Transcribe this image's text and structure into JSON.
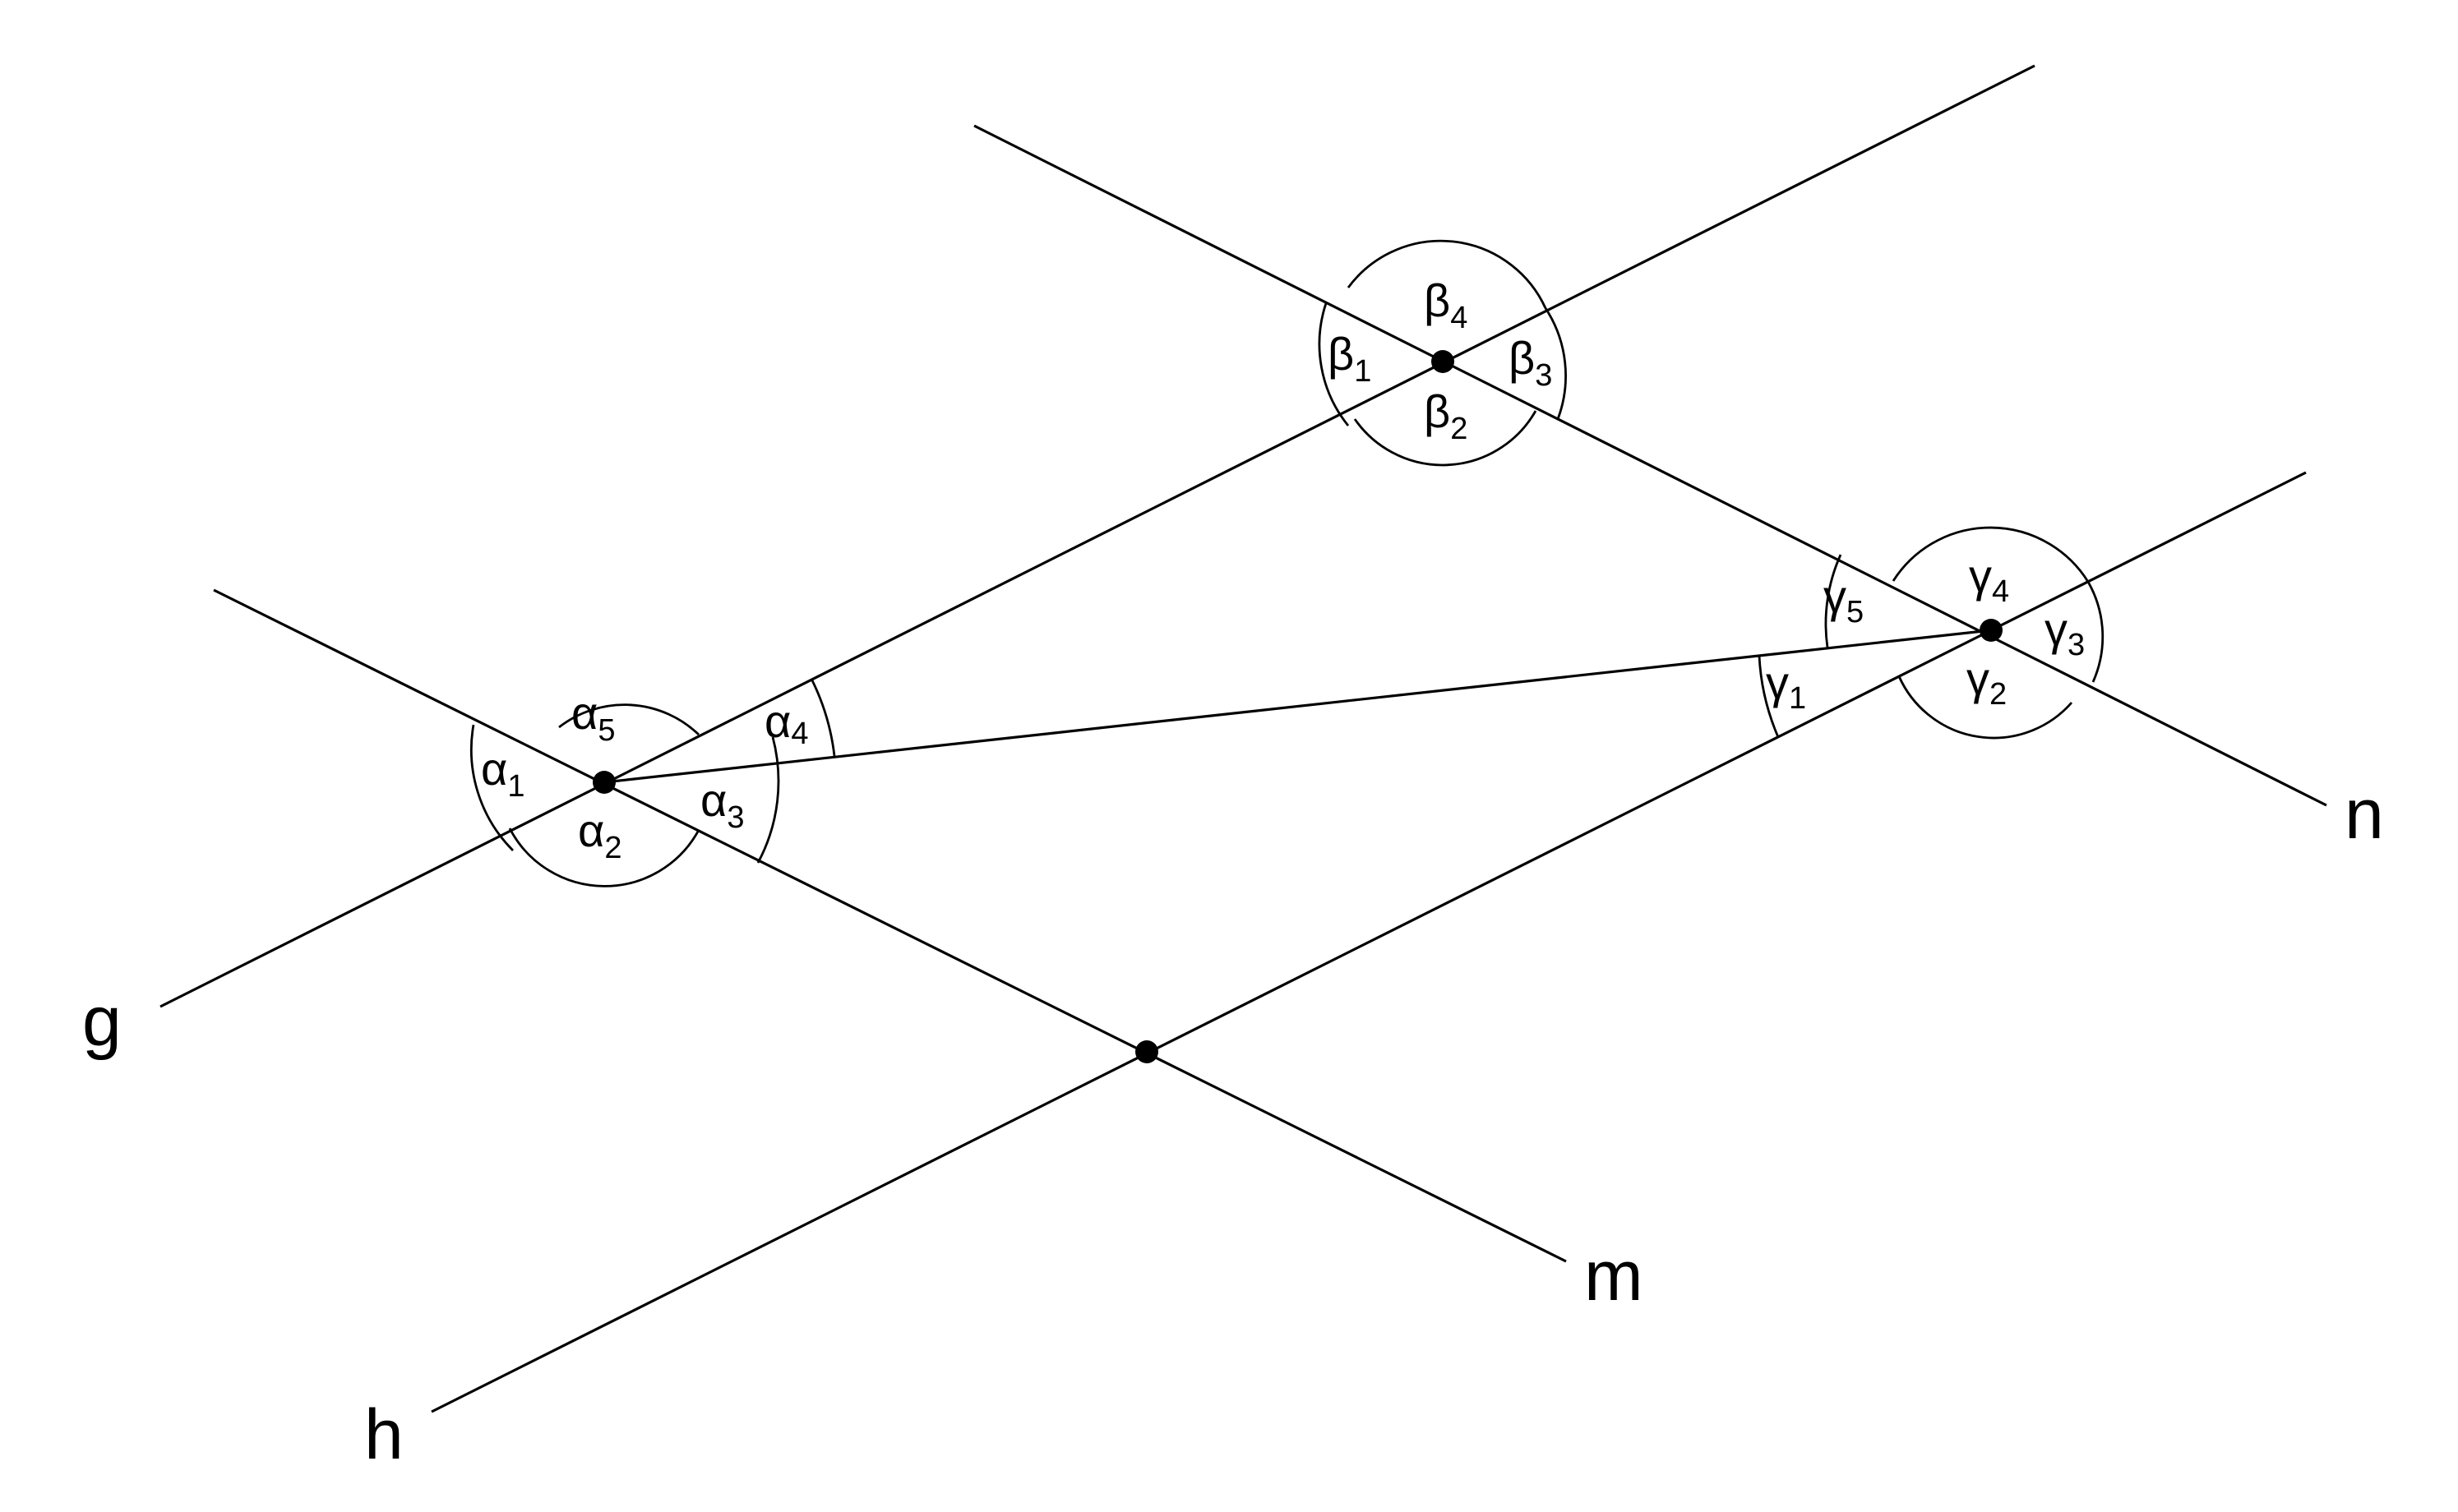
{
  "lines": {
    "g": "g",
    "h": "h",
    "m": "m",
    "n": "n"
  },
  "angles": {
    "alpha": [
      {
        "symbol": "α",
        "index": "1"
      },
      {
        "symbol": "α",
        "index": "2"
      },
      {
        "symbol": "α",
        "index": "3"
      },
      {
        "symbol": "α",
        "index": "4"
      },
      {
        "symbol": "α",
        "index": "5"
      }
    ],
    "beta": [
      {
        "symbol": "β",
        "index": "1"
      },
      {
        "symbol": "β",
        "index": "2"
      },
      {
        "symbol": "β",
        "index": "3"
      },
      {
        "symbol": "β",
        "index": "4"
      }
    ],
    "gamma": [
      {
        "symbol": "γ",
        "index": "1"
      },
      {
        "symbol": "γ",
        "index": "2"
      },
      {
        "symbol": "γ",
        "index": "3"
      },
      {
        "symbol": "γ",
        "index": "4"
      },
      {
        "symbol": "γ",
        "index": "5"
      }
    ]
  }
}
